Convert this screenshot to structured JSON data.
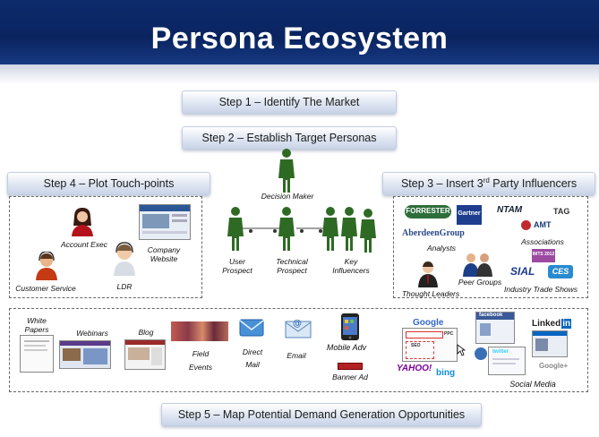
{
  "title": "Persona Ecosystem",
  "steps": {
    "step1": "Step 1 – Identify The Market",
    "step2": "Step 2 – Establish Target Personas",
    "step3_pre": "Step 3 – Insert 3",
    "step3_sup": "rd",
    "step3_post": " Party Influencers",
    "step4": "Step 4 – Plot Touch-points",
    "step5": "Step 5 – Map Potential Demand Generation Opportunities"
  },
  "personas": {
    "decision_maker": "Decision Maker",
    "user_prospect": [
      "User",
      "Prospect"
    ],
    "technical_prospect": [
      "Technical",
      "Prospect"
    ],
    "key_influencers": [
      "Key",
      "Influencers"
    ]
  },
  "touchpoints": {
    "account_exec": "Account   Exec",
    "company_website": [
      "Company",
      "Website"
    ],
    "customer_service": "Customer   Service",
    "ldr": "LDR"
  },
  "influencers": {
    "analysts": "Analysts",
    "associations": "Associations",
    "thought_leaders": "Thought   Leaders",
    "peer_groups": "Peer   Groups",
    "industry_trade_shows": "Industry   Trade   Shows",
    "logos": {
      "forrester": "FORRESTER",
      "gartner": "Gartner",
      "ntam": "NTAM",
      "tag": "TAG",
      "aberdeen": "AberdeenGroup",
      "amt": "AMT",
      "imts": "IMTS 2012",
      "sial": "SIAL",
      "ces": "CES"
    }
  },
  "channels": {
    "white_papers": [
      "White",
      "Papers"
    ],
    "webinars": "Webinars",
    "blog": "Blog",
    "field_events": [
      "Field",
      "Events"
    ],
    "direct_mail": [
      "Direct",
      "Mail"
    ],
    "email": "Email",
    "mobile_adv": "Mobile Adv",
    "banner_ad": "Banner Ad",
    "social_media": "Social Media",
    "logos": {
      "google": "Google",
      "yahoo": "YAHOO!",
      "bing": "bing",
      "facebook": "facebook",
      "linkedin": "Linked",
      "linkedin_in": "in",
      "googleplus": "Google+",
      "twitter": "twitter",
      "seo": "SEO",
      "ppc": "PPC"
    }
  },
  "colors": {
    "header": "#0a2460",
    "persona": "#2f6a25",
    "gartner": "#1f3d8f",
    "forrester": "#2e6e3a"
  }
}
